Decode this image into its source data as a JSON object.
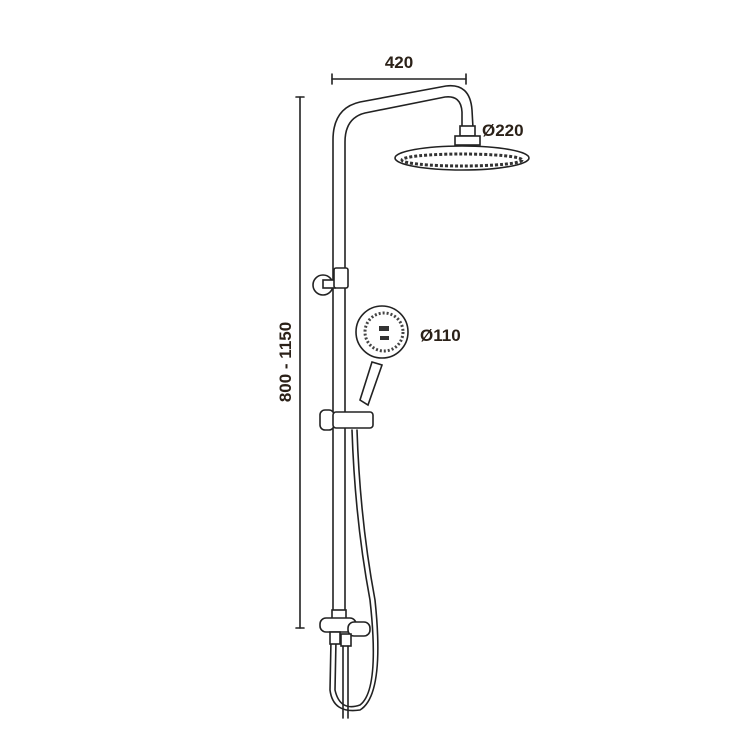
{
  "dimensions": {
    "arm_length": "420",
    "overhead_diameter": "Ø220",
    "hand_shower_diameter": "Ø110",
    "height_range": "800 - 1150"
  },
  "colors": {
    "line": "#222222",
    "text": "#2b2118"
  }
}
